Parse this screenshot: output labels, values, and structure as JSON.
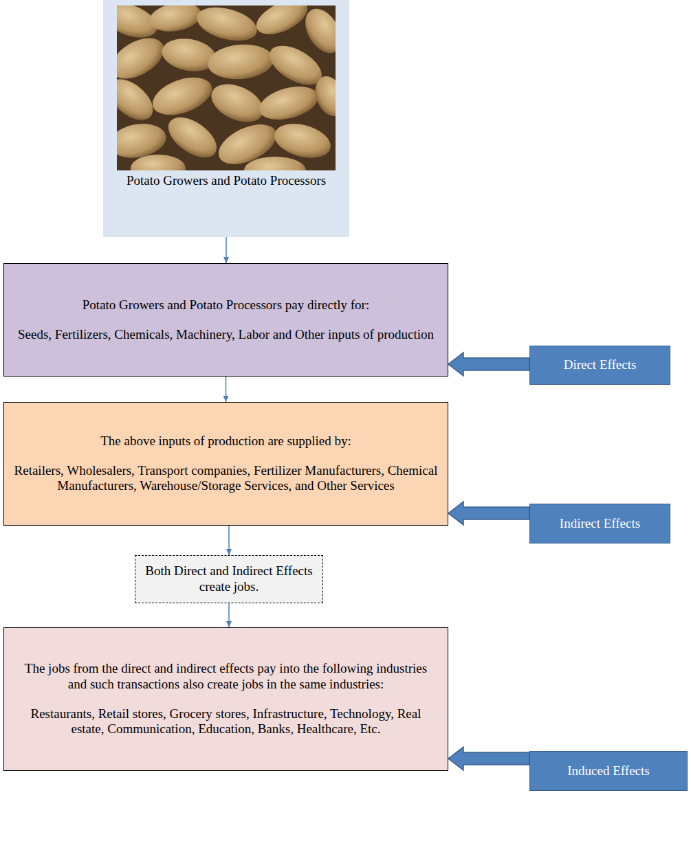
{
  "diagram": {
    "nodes": [
      {
        "text": [
          "Potato Growers and Potato Processors"
        ]
      },
      {
        "text": [
          "Potato Growers and Potato Processors pay directly for:",
          "Seeds, Fertilizers, Chemicals, Machinery, Labor and Other inputs of production"
        ]
      },
      {
        "text": [
          "Direct Effects"
        ]
      },
      {
        "text": [
          "The above inputs of production are supplied by:",
          "Retailers, Wholesalers, Transport companies, Fertilizer Manufacturers, Chemical Manufacturers, Warehouse/Storage Services, and Other Services"
        ]
      },
      {
        "text": [
          "Indirect Effects"
        ]
      },
      {
        "text": [
          "Both Direct and Indirect Effects create jobs."
        ]
      },
      {
        "text": [
          "The jobs from the direct and indirect effects pay into the following industries and such transactions also create jobs in the same industries:",
          "Restaurants, Retail stores, Grocery stores, Infrastructure, Technology, Real estate, Communication, Education, Banks, Healthcare, Etc."
        ]
      },
      {
        "text": [
          "Induced Effects"
        ]
      }
    ],
    "edges": [
      {
        "from": 0,
        "to": 1,
        "arrow": "to"
      },
      {
        "from": 2,
        "to": 1,
        "arrow": "to"
      },
      {
        "from": 1,
        "to": 3,
        "arrow": "to"
      },
      {
        "from": 4,
        "to": 3,
        "arrow": "to"
      },
      {
        "from": 3,
        "to": 5,
        "arrow": "to"
      },
      {
        "from": 5,
        "to": 6,
        "arrow": "to"
      },
      {
        "from": 7,
        "to": 6,
        "arrow": "to"
      }
    ]
  }
}
